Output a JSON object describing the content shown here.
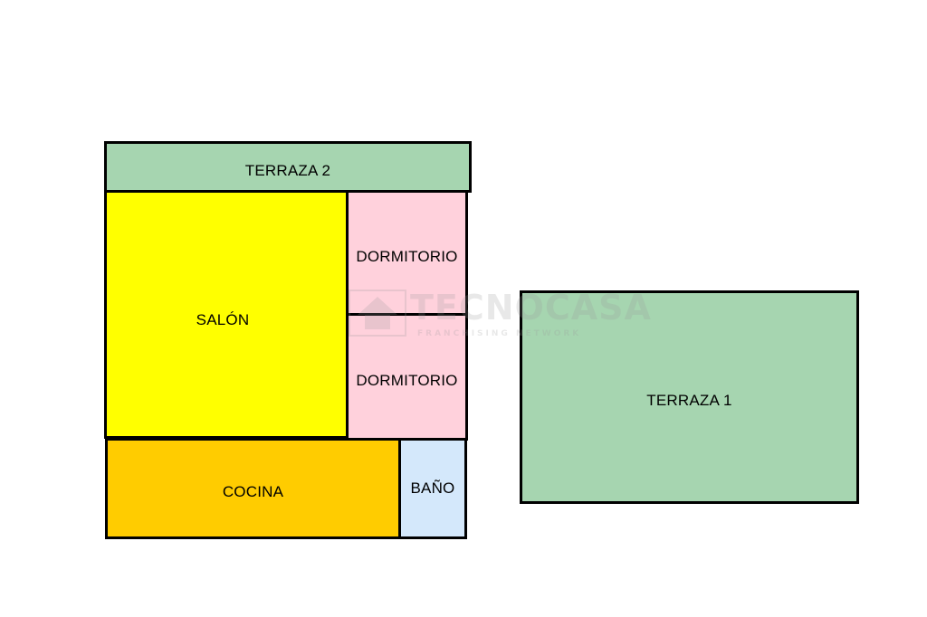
{
  "rooms": {
    "terraza2": {
      "label": "TERRAZA 2",
      "color": "#a6d5b0"
    },
    "salon": {
      "label": "SALÓN",
      "color": "#ffff00"
    },
    "dormitorio1": {
      "label": "DORMITORIO",
      "color": "#ffd1dc"
    },
    "dormitorio2": {
      "label": "DORMITORIO",
      "color": "#ffd1dc"
    },
    "cocina": {
      "label": "COCINA",
      "color": "#ffcc00"
    },
    "bano": {
      "label": "BAÑO",
      "color": "#d4e8fb"
    },
    "terraza1": {
      "label": "TERRAZA 1",
      "color": "#a6d5b0"
    }
  },
  "watermark": {
    "brand": "TECNOCASA",
    "tagline": "FRANCHISING NETWORK",
    "icon": "house-logo-icon"
  }
}
